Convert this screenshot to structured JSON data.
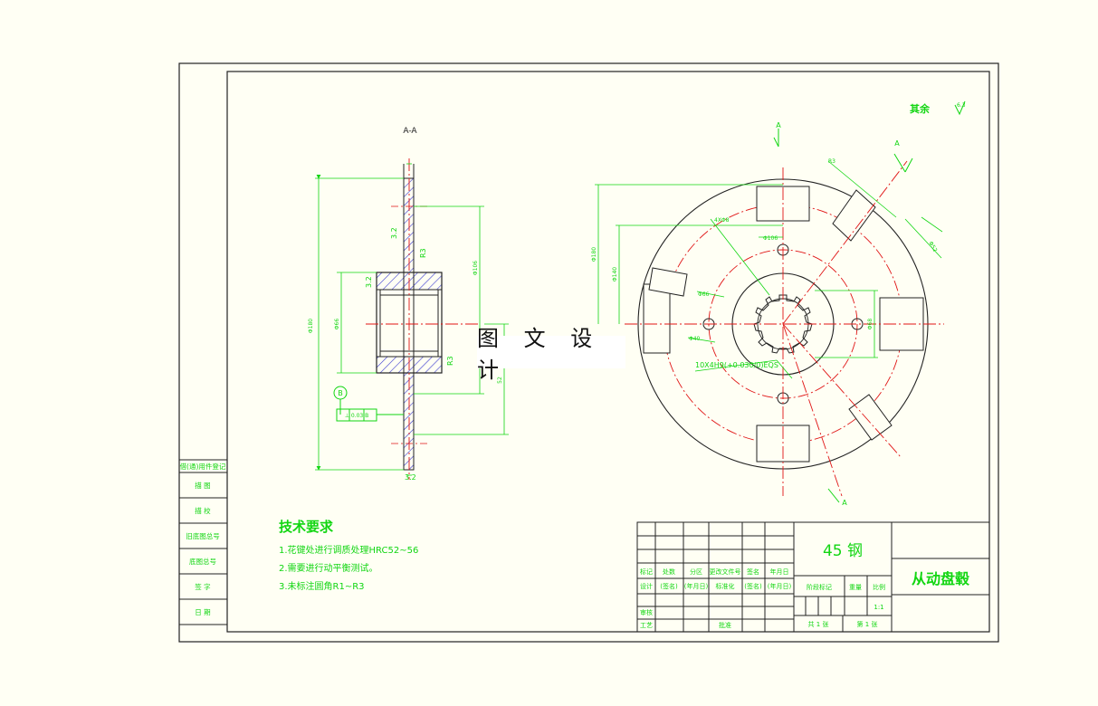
{
  "section_label": "A-A",
  "section_marker": "A",
  "roughness_note": "其余",
  "roughness_value": "6.3",
  "tech_requirements": {
    "title": "技术要求",
    "items": [
      "1.花键处进行调质处理HRC52~56",
      "2.需要进行动平衡测试。",
      "3.未标注圆角R1~R3"
    ]
  },
  "left_strip": [
    "借(通)用件登记",
    "描 图",
    "描 校",
    "旧底图总号",
    "底图总号",
    "签 字",
    "日 期"
  ],
  "title_block": {
    "material": "45 钢",
    "part_name": "从动盘毂",
    "row_headers": [
      "标记",
      "处数",
      "分区",
      "更改文件号",
      "签名",
      "年月日"
    ],
    "design_row": [
      "设计",
      "(签名)",
      "(年月日)",
      "标准化",
      "(签名)",
      "(年月日)"
    ],
    "review": "审核",
    "process": "工艺",
    "approve": "批准",
    "stage_mark": "阶段标记",
    "weight": "重量",
    "scale_label": "比例",
    "scale": "1:1",
    "sheets_total": "共 1 张",
    "sheet_no": "第 1 张"
  },
  "dimensions": {
    "spline": "10X4H9(+0.030/0)EQS",
    "tol_box": "⊥ 0.03 B",
    "datum": "B",
    "section_roughness": "3.2",
    "dia_outer": "Φ180",
    "dia_mid": "Φ140",
    "dia_pitch": "Φ106",
    "dia_hub": "Φ66",
    "dia_bore": "Φ40",
    "hub_width": "Φ52",
    "width_right": "Φ68",
    "radius_note": "R3",
    "slot_note": "4XΦ8"
  },
  "watermark": "图 文 设 计"
}
